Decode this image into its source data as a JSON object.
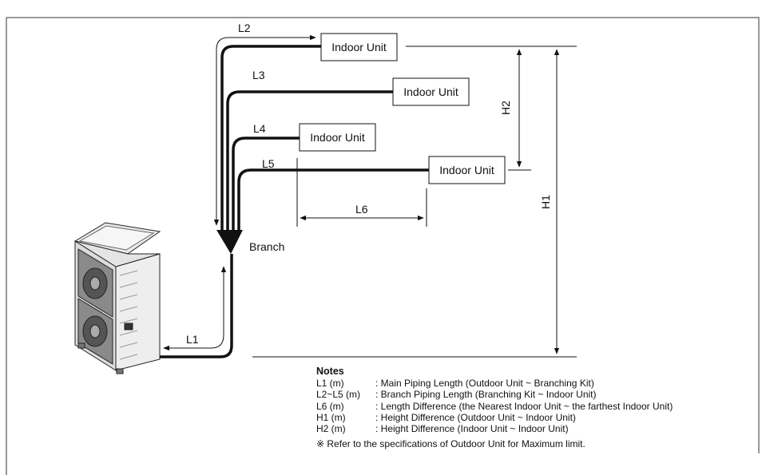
{
  "diagram": {
    "indoor_units": [
      {
        "id": "iu1",
        "label": "Indoor Unit"
      },
      {
        "id": "iu2",
        "label": "Indoor Unit"
      },
      {
        "id": "iu3",
        "label": "Indoor Unit"
      },
      {
        "id": "iu4",
        "label": "Indoor Unit"
      }
    ],
    "pipe_labels": {
      "l1": "L1",
      "l2": "L2",
      "l3": "L3",
      "l4": "L4",
      "l5": "L5",
      "l6": "L6"
    },
    "height_labels": {
      "h1": "H1",
      "h2": "H2"
    },
    "branch_label": "Branch"
  },
  "notes": {
    "title": "Notes",
    "items": [
      {
        "key": "L1 (m)",
        "value": ": Main Piping Length (Outdoor Unit ~ Branching Kit)"
      },
      {
        "key": "L2~L5 (m)",
        "value": ": Branch Piping Length (Branching Kit ~ Indoor Unit)"
      },
      {
        "key": "L6 (m)",
        "value": ": Length Difference (the Nearest Indoor Unit ~ the farthest Indoor Unit)"
      },
      {
        "key": "H1 (m)",
        "value": ": Height Difference (Outdoor Unit ~ Indoor Unit)"
      },
      {
        "key": "H2 (m)",
        "value": ": Height Difference (Indoor Unit ~ Indoor Unit)"
      }
    ],
    "reference": "※ Refer to the specifications of Outdoor Unit for Maximum limit."
  }
}
